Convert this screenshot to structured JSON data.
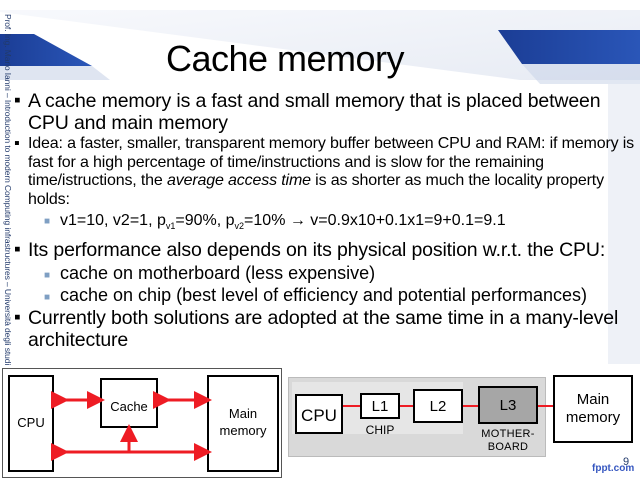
{
  "sidebar": {
    "author_text": "Prof. Ing. Mario Ianni – Introduction to modern Computing infrastructures – Università degli studi"
  },
  "slide": {
    "title": "Cache memory",
    "page_number": "9",
    "brand": "fppt.com"
  },
  "bullets": {
    "b1": "A cache memory is a fast and small memory that is placed between CPU and main memory",
    "b2_pre": "Idea: a faster, smaller, transparent memory buffer between CPU and RAM: if memory is fast for a high percentage of time/instructions and is slow for the remaining time/istructions, the ",
    "b2_em": "average access time",
    "b2_post": " is as shorter as much the locality property holds:",
    "b2_sub": {
      "part1": "v1=10, v2=1, p",
      "sub1": "v1",
      "part2": "=90%, p",
      "sub2": "v2",
      "part3": "=10% → v=0.9x10+0.1x1=9+0.1=9.1"
    },
    "b3": "Its performance also depends on its physical position w.r.t. the CPU:",
    "b3_sub1": "cache on motherboard (less expensive)",
    "b3_sub2": "cache on chip (best level of efficiency and potential performances)",
    "b4": "Currently both solutions are adopted at the same time in a many-level architecture"
  },
  "diagram_left": {
    "cpu": "CPU",
    "cache": "Cache",
    "main_line1": "Main",
    "main_line2": "memory"
  },
  "diagram_right": {
    "cpu": "CPU",
    "l1": "L1",
    "l2": "L2",
    "l3": "L3",
    "chip": "CHIP",
    "mother_line1": "MOTHER-",
    "mother_line2": "BOARD",
    "main_line1": "Main",
    "main_line2": "memory"
  },
  "colors": {
    "accent_blue": "#1c3f99",
    "arrow_red": "#ee1c24",
    "panel_gray": "#d9d9d9",
    "l3_gray": "#a6a6a6"
  }
}
